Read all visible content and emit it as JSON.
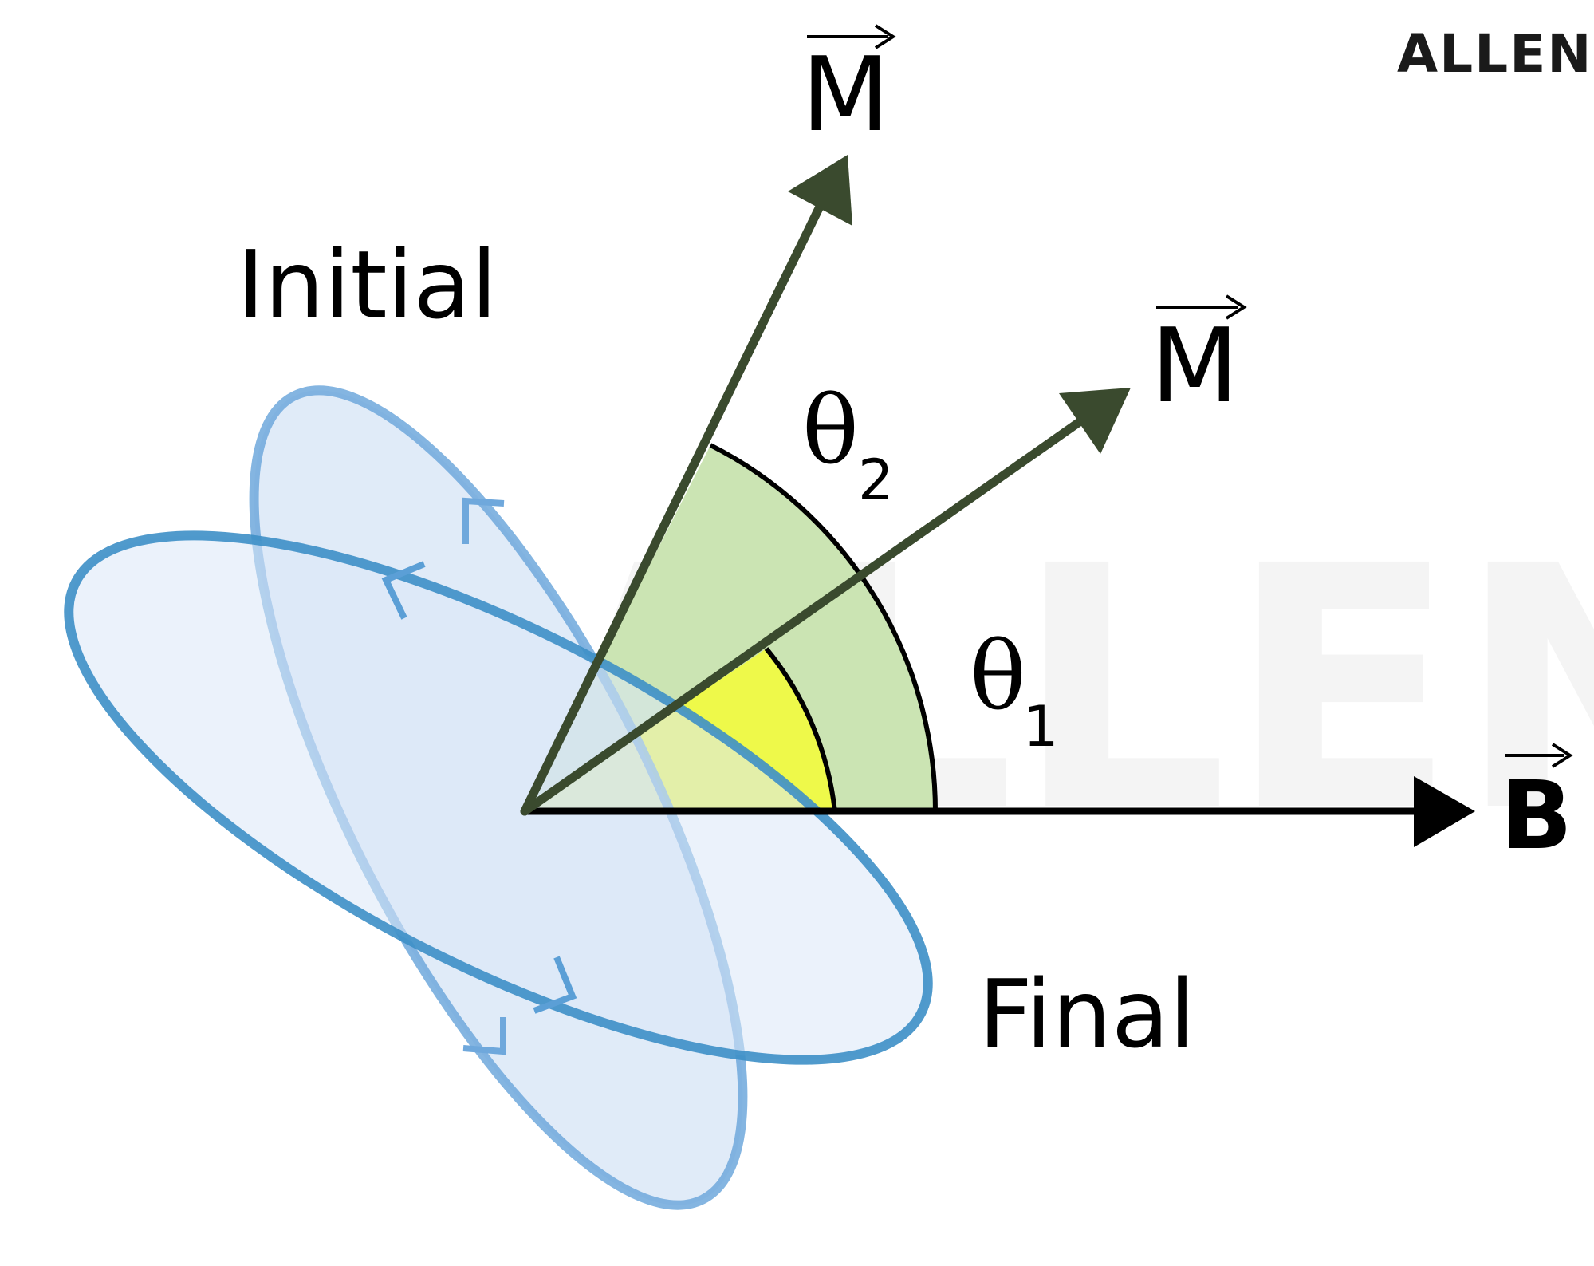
{
  "logo": {
    "text": "ALLEN",
    "color": "#1a1a1a"
  },
  "watermark": {
    "text": "ALLEN",
    "color": "#f2f2f2"
  },
  "labels": {
    "initial": "Initial",
    "final": "Final",
    "moment_initial": "M",
    "moment_final": "M",
    "field": "B",
    "theta_1": "θ",
    "theta_1_sub": "1",
    "theta_2": "θ",
    "theta_2_sub": "2"
  },
  "colors": {
    "vector": "#3a4a2e",
    "field": "#000000",
    "sector_theta2": "#cbe4b3",
    "sector_theta1": "#eef94a",
    "loop_fill": "#cfe0f4",
    "loop_initial_stroke": "#6fa8dc",
    "loop_final_stroke": "#3d8fc6"
  }
}
